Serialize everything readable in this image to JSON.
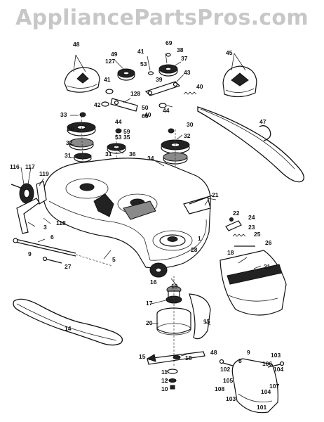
{
  "watermark": "AppliancePartsPros.com",
  "callouts": [
    "48",
    "49",
    "41",
    "69",
    "38",
    "45",
    "127",
    "37",
    "43",
    "40",
    "53",
    "41",
    "128",
    "39",
    "42",
    "50",
    "47",
    "33",
    "40",
    "44",
    "30",
    "44",
    "59",
    "60",
    "35",
    "53",
    "30",
    "32",
    "32",
    "31",
    "31",
    "36",
    "34",
    "116",
    "117",
    "119",
    "21",
    "22",
    "24",
    "23",
    "25",
    "26",
    "3",
    "118",
    "6",
    "9",
    "5",
    "1",
    "18",
    "28",
    "21",
    "27",
    "19",
    "16",
    "17",
    "15",
    "14",
    "20",
    "48",
    "15",
    "18",
    "11",
    "12",
    "10",
    "9",
    "8",
    "103",
    "102",
    "105",
    "106",
    "104",
    "107",
    "108",
    "104",
    "103",
    "101",
    "102"
  ]
}
